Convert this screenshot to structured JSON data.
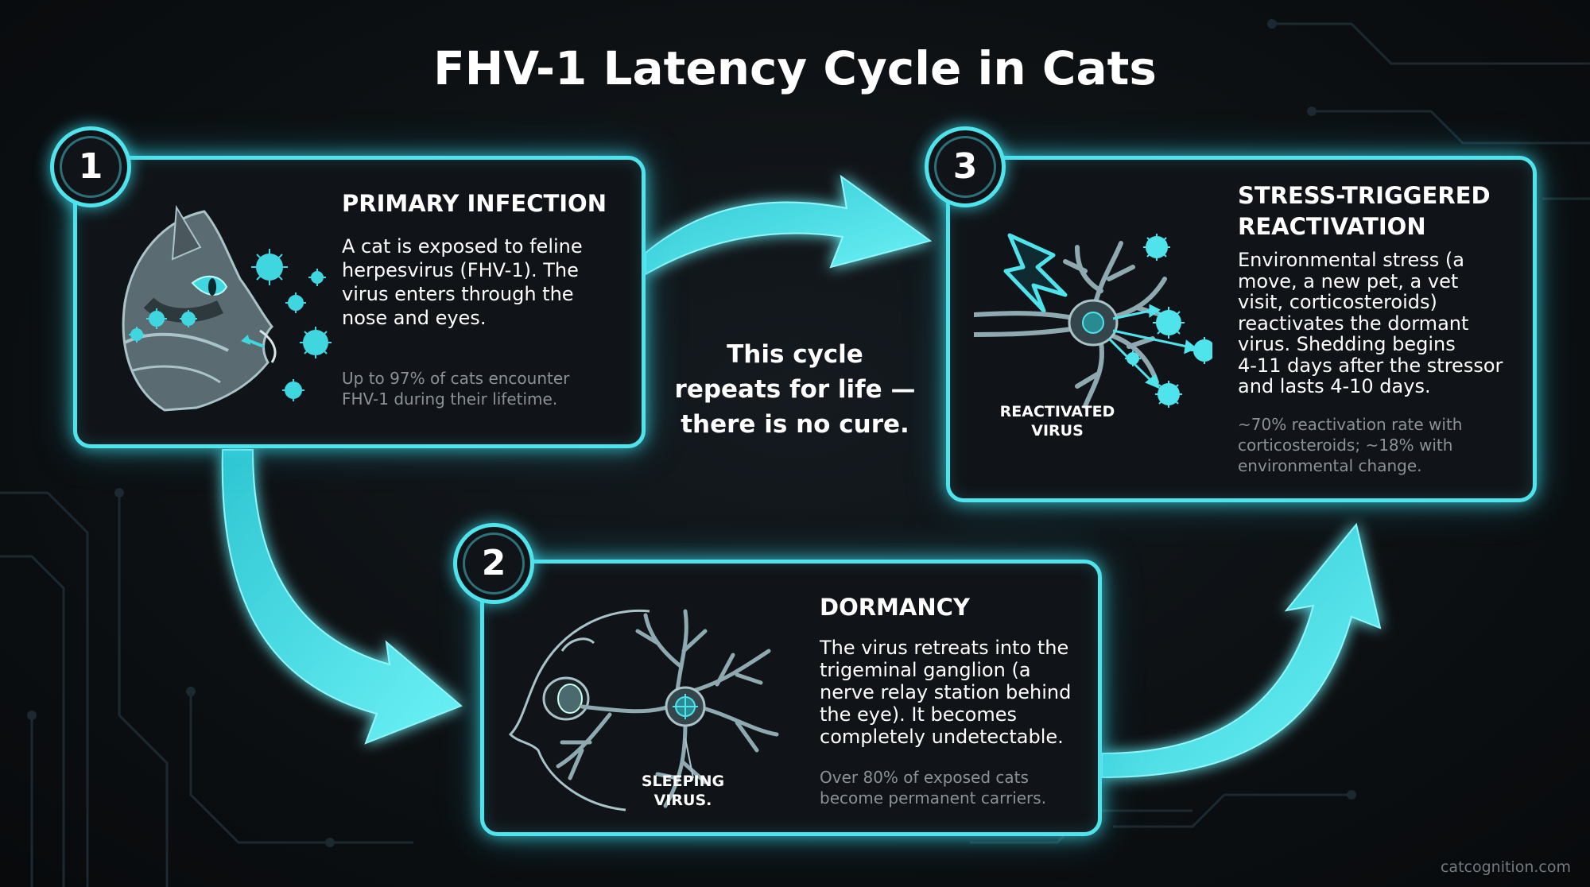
{
  "title": "FHV-1 Latency Cycle in Cats",
  "cycle_note": {
    "line1": "This cycle",
    "line2": "repeats for life —",
    "line3": "there is no cure."
  },
  "steps": [
    {
      "number": "1",
      "title": "PRIMARY INFECTION",
      "body_lines": [
        "A cat is exposed to feline",
        "herpesvirus (FHV-1). The",
        "virus enters through the",
        "nose and eyes."
      ],
      "note_lines": [
        "Up to 97% of cats encounter",
        "FHV-1 during their lifetime."
      ]
    },
    {
      "number": "2",
      "title": "DORMANCY",
      "body_lines": [
        "The virus retreats into the",
        "trigeminal ganglion (a",
        "nerve relay station behind",
        "the eye). It becomes",
        "completely undetectable."
      ],
      "note_lines": [
        "Over 80% of exposed cats",
        "become permanent carriers."
      ],
      "illustration_label": [
        "SLEEPING",
        "VIRUS."
      ]
    },
    {
      "number": "3",
      "title_lines": [
        "STRESS-TRIGGERED",
        "REACTIVATION"
      ],
      "body_lines": [
        "Environmental stress (a",
        "move, a new pet, a vet",
        "visit, corticosteroids)",
        "reactivates the dormant",
        "virus. Shedding begins",
        "4-11 days after the stressor",
        "and lasts 4-10 days."
      ],
      "note_lines": [
        "~70% reactivation rate with",
        "corticosteroids; ~18% with",
        "environmental change."
      ],
      "illustration_label": [
        "REACTIVATED",
        "VIRUS"
      ]
    }
  ],
  "footer": "catcognition.com",
  "colors": {
    "accent": "#4fe3ec",
    "background": "#0d1114",
    "note": "#8a9297"
  },
  "icons": [
    "cat-head-icon",
    "virus-particle-icon",
    "neuron-icon",
    "lightning-bolt-icon",
    "cycle-arrow-icon"
  ]
}
